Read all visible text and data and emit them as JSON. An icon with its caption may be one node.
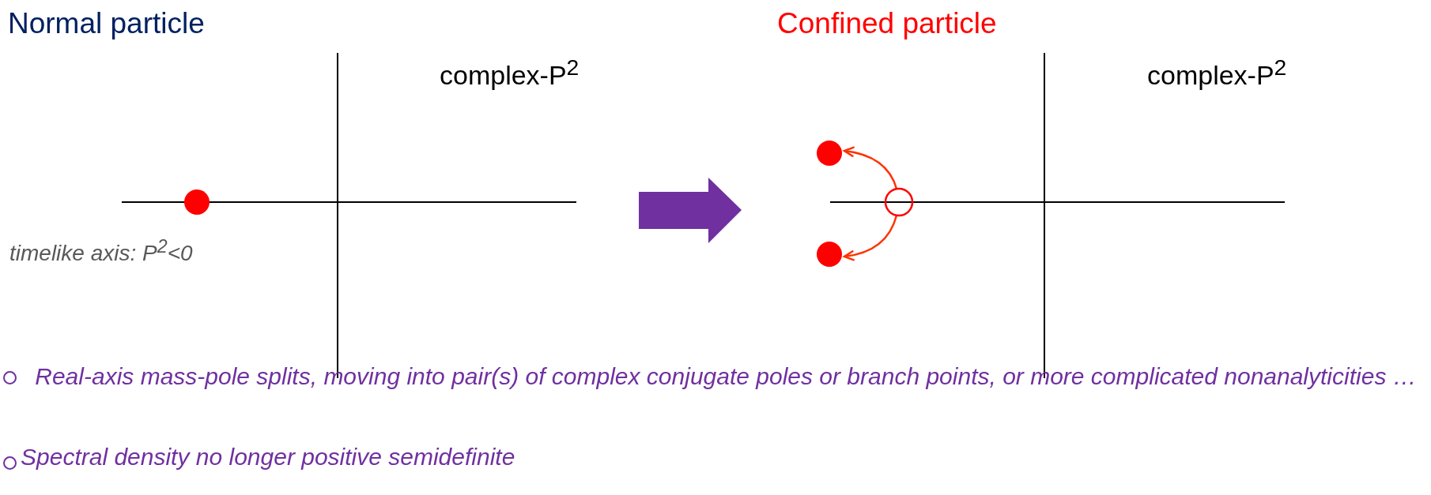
{
  "diagram": {
    "nodes": [
      {
        "text": [],
        "shape": "circle"
      },
      {
        "text": [],
        "shape": "circle"
      },
      {
        "text": [],
        "shape": "circle"
      },
      {
        "text": [],
        "shape": "circle"
      }
    ],
    "edges": [
      {
        "from": 1,
        "to": 2,
        "arrow": "to"
      },
      {
        "from": 1,
        "to": 3,
        "arrow": "to"
      }
    ],
    "labels": [
      "Normal particle",
      "complex-P$^{2}$",
      "timelike axis: P$^{2}$<0",
      "Confined particle",
      "complex-P$^{2}$",
      "Real-axis mass-pole splits, moving into pair(s) of complex conjugate poles or branch points, or more complicated nonanalyticities …",
      "Spectral density no longer positive semidefinite"
    ]
  }
}
